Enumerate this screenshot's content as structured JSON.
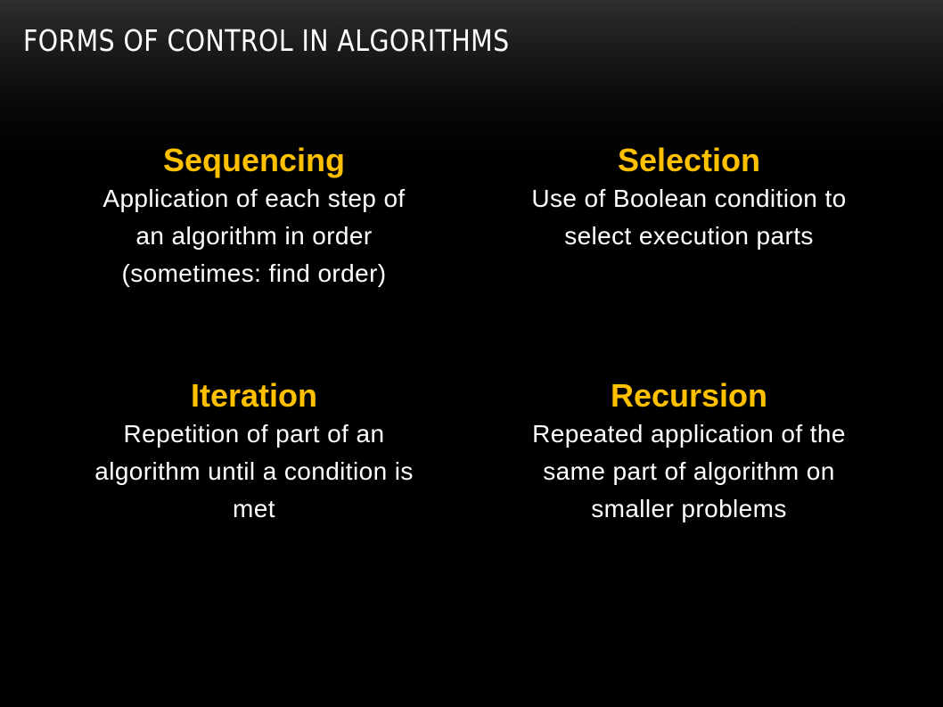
{
  "slide": {
    "title": "FORMS OF CONTROL IN ALGORITHMS",
    "accent_color": "#ffc000",
    "text_color": "#ffffff",
    "background_color": "#000000",
    "blocks": [
      {
        "heading": "Sequencing",
        "lines": [
          "Application of each step of",
          "an algorithm in order",
          "(sometimes: find order)"
        ]
      },
      {
        "heading": "Selection",
        "lines": [
          "Use of Boolean condition to",
          "select execution parts"
        ]
      },
      {
        "heading": "Iteration",
        "lines": [
          "Repetition of part of an",
          "algorithm until a condition is",
          "met"
        ]
      },
      {
        "heading": "Recursion",
        "lines": [
          "Repeated application of the",
          "same part of algorithm on",
          "smaller problems"
        ]
      }
    ]
  }
}
